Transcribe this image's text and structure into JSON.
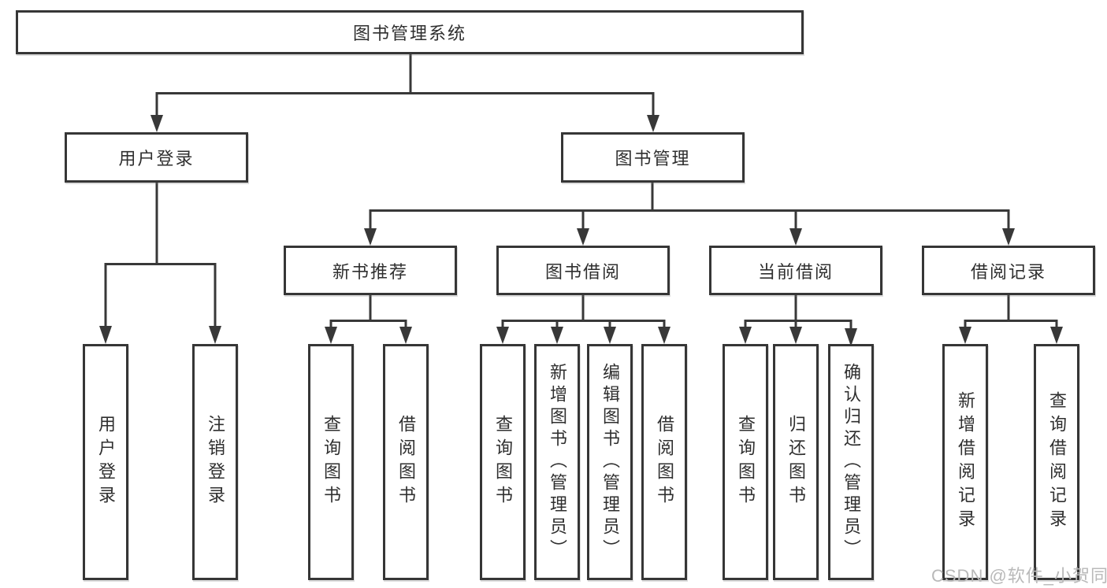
{
  "tree": {
    "root": "图书管理系统",
    "branches": [
      {
        "label": "用户登录",
        "children": [
          "用户登录",
          "注销登录"
        ]
      },
      {
        "label": "图书管理",
        "groups": [
          {
            "label": "新书推荐",
            "children": [
              "查询图书",
              "借阅图书"
            ]
          },
          {
            "label": "图书借阅",
            "children": [
              "查询图书",
              "新增图书（管理员）",
              "编辑图书（管理员）",
              "借阅图书"
            ]
          },
          {
            "label": "当前借阅",
            "children": [
              "查询图书",
              "归还图书",
              "确认归还（管理员）"
            ]
          },
          {
            "label": "借阅记录",
            "children": [
              "新增借阅记录",
              "查询借阅记录"
            ]
          }
        ]
      }
    ]
  },
  "watermark": {
    "text": "CSDN @软件_小贺同学"
  },
  "colors": {
    "line": "#383838",
    "border": "#363636",
    "text": "#2f2f2f",
    "watermark": "#b9b9b9",
    "background": "#ffffff"
  }
}
